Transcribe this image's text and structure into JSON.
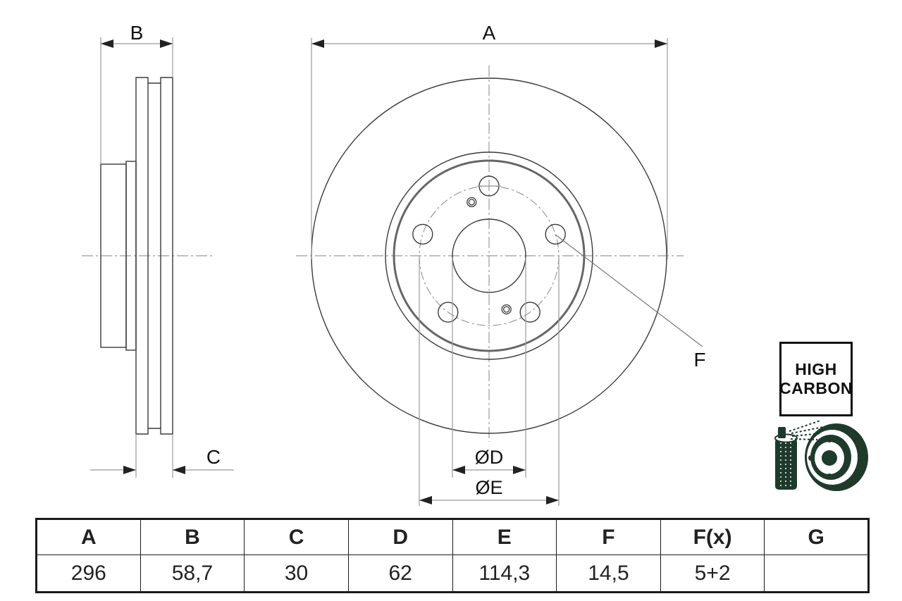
{
  "drawing": {
    "dim_labels": {
      "a": "A",
      "b": "B",
      "c": "C",
      "f": "F",
      "dia_d": "ØD",
      "dia_e": "ØE"
    }
  },
  "badge": {
    "line1": "HIGH",
    "line2": "CARBON"
  },
  "table": {
    "headers": [
      "A",
      "B",
      "C",
      "D",
      "E",
      "F",
      "F(x)",
      "G"
    ],
    "values": [
      "296",
      "58,7",
      "30",
      "62",
      "114,3",
      "14,5",
      "5+2",
      ""
    ]
  },
  "colors": {
    "object_line": "#3a3a3a",
    "dim_line": "#999999",
    "thick_circle": "#666666",
    "icon_green": "#1f3a2b",
    "text": "#111111"
  }
}
